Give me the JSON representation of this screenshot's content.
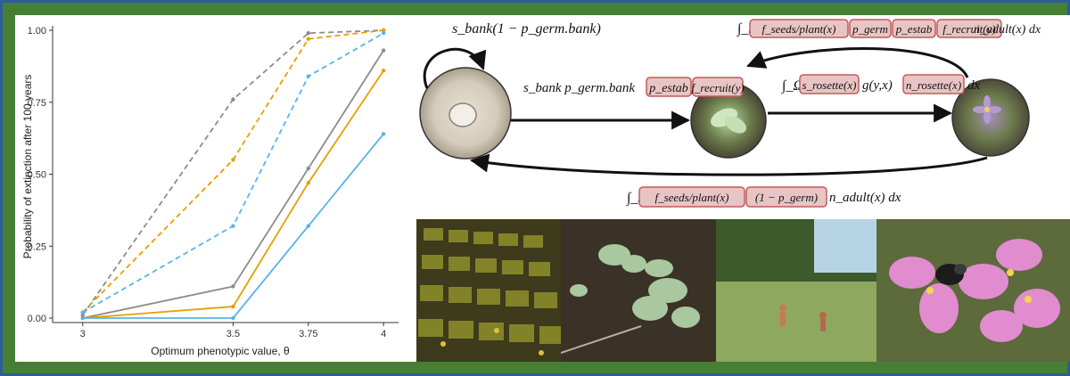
{
  "colors": {
    "frame_green": "#467f34",
    "border_blue": "#2d5d9a",
    "gray": "#8c8c8c",
    "orange": "#e69f00",
    "blue": "#56b4e9",
    "box_fill": "#e8c4c4",
    "box_stroke": "#c25a5a"
  },
  "chart_data": {
    "type": "line",
    "xlabel": "Optimum phenotypic value, θ",
    "ylabel": "Probability of extinction after 100 years",
    "x": [
      3,
      3.5,
      3.75,
      4
    ],
    "x_tick_labels": [
      "3",
      "3.5",
      "3.75",
      "4"
    ],
    "y_tick_labels": [
      "0.00",
      "0.25",
      "0.50",
      "0.75",
      "1.00"
    ],
    "ylim": [
      0,
      1
    ],
    "grid": false,
    "legend": "none",
    "series": [
      {
        "color": "#8c8c8c",
        "dash": false,
        "values": [
          0.0,
          0.11,
          0.52,
          0.93
        ]
      },
      {
        "color": "#e69f00",
        "dash": false,
        "values": [
          0.0,
          0.04,
          0.47,
          0.86
        ]
      },
      {
        "color": "#56b4e9",
        "dash": false,
        "values": [
          0.0,
          0.0,
          0.32,
          0.64
        ]
      },
      {
        "color": "#8c8c8c",
        "dash": true,
        "values": [
          0.01,
          0.76,
          0.99,
          1.0
        ]
      },
      {
        "color": "#e69f00",
        "dash": true,
        "values": [
          0.02,
          0.55,
          0.97,
          1.0
        ]
      },
      {
        "color": "#56b4e9",
        "dash": true,
        "values": [
          0.02,
          0.32,
          0.84,
          0.99
        ]
      }
    ]
  },
  "diagram": {
    "self_loop_label": "s_bank(1 − p_germ.bank)",
    "seed_to_rosette": {
      "prefix": "s_bank p_germ.bank",
      "boxes": [
        "p_estab",
        "f_recruit(y)"
      ]
    },
    "rosette_to_adult": {
      "integral": "∫_Ω",
      "boxes": [
        "s_rosette(x)"
      ],
      "mid": "g(y,x)",
      "boxes2": [
        "n_rosette(x)"
      ],
      "suffix": "dx"
    },
    "adult_to_rosette": {
      "integral": "∫_Ω",
      "boxes": [
        "f_seeds/plant(x)",
        "p_germ",
        "p_estab",
        "f_recruit(y)"
      ],
      "suffix": "n_adult(x) dx"
    },
    "adult_to_seed": {
      "integral": "∫_Ω",
      "boxes": [
        "f_seeds/plant(x)",
        "(1 − p_germ)"
      ],
      "suffix": "n_adult(x) dx"
    },
    "stages": [
      "seed-bank",
      "rosette",
      "adult-flowering"
    ]
  },
  "photos": [
    "seedling-trays",
    "rosette-seedlings",
    "field-site",
    "pink-flower-with-bee"
  ]
}
